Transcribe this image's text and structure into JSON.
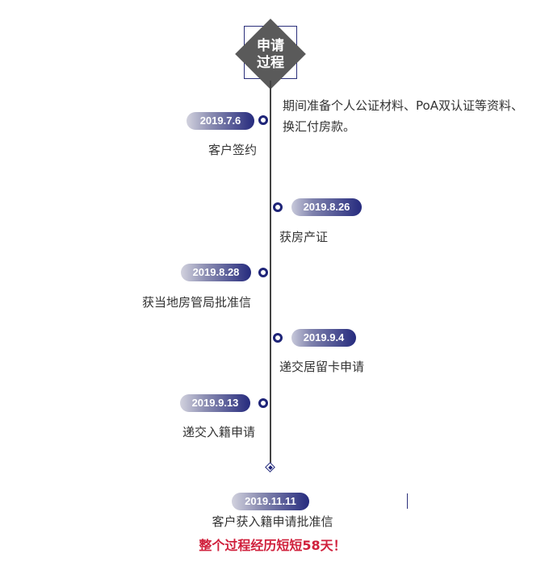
{
  "title": {
    "line1": "申请",
    "line2": "过程"
  },
  "description": "期间准备个人公证材料、PoA双认证等资料、换汇付房款。",
  "events": [
    {
      "date": "2019.7.6",
      "label": "客户签约"
    },
    {
      "date": "2019.8.26",
      "label": "获房产证"
    },
    {
      "date": "2019.8.28",
      "label": "获当地房管局批准信"
    },
    {
      "date": "2019.9.4",
      "label": "递交居留卡申请"
    },
    {
      "date": "2019.9.13",
      "label": "递交入籍申请"
    }
  ],
  "final": {
    "date": "2019.11.11",
    "label": "客户获入籍申请批准信",
    "note": "整个过程经历短短58天！"
  },
  "colors": {
    "accent": "#1e2478",
    "highlight": "#d0203c",
    "title_bg": "#5a5a5a"
  }
}
